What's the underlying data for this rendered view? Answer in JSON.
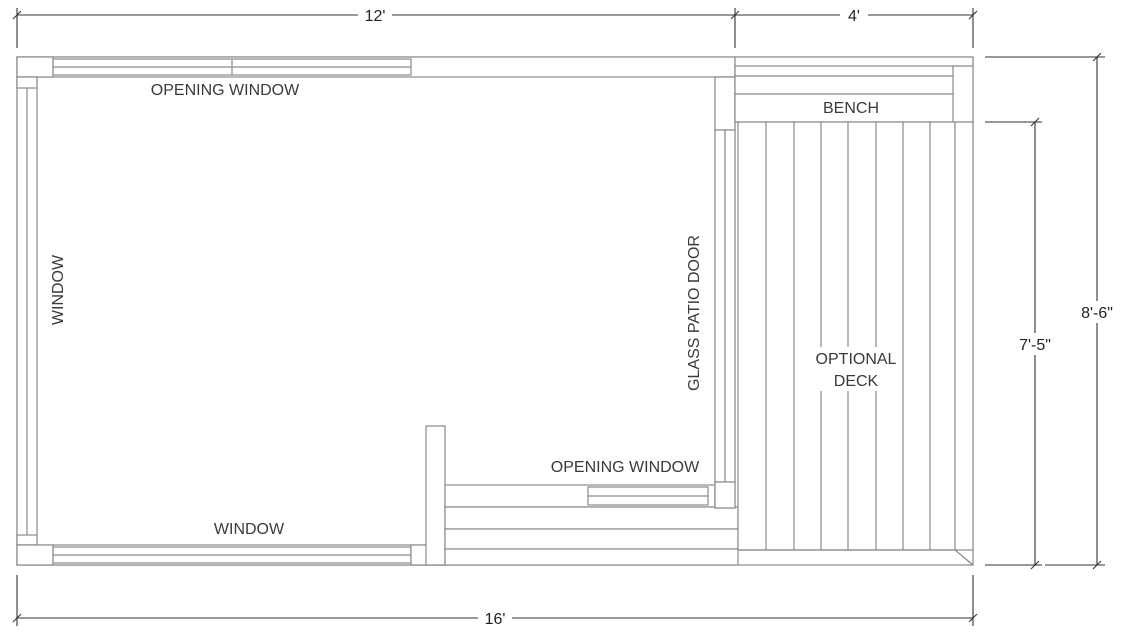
{
  "dimensions": {
    "top_main": "12'",
    "top_deck": "4'",
    "bottom_total": "16'",
    "right_deck": "7'-5\"",
    "right_total": "8'-6\""
  },
  "labels": {
    "opening_window_top": "OPENING WINDOW",
    "window_left": "WINDOW",
    "window_bottom": "WINDOW",
    "glass_patio_door": "GLASS PATIO DOOR",
    "opening_window_inner": "OPENING WINDOW",
    "bench": "BENCH",
    "optional_deck_line1": "OPTIONAL",
    "optional_deck_line2": "DECK"
  },
  "colors": {
    "wall_stroke": "#8a8a8a",
    "dimension_stroke": "#333333",
    "text": "#3a3a3a"
  }
}
